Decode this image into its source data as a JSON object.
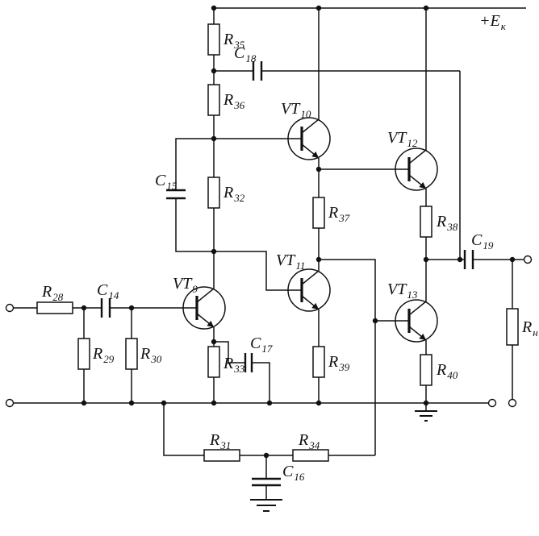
{
  "schematic": {
    "power": {
      "main": "+E",
      "sub": "к"
    },
    "transistors": {
      "vt9": {
        "main": "VT",
        "sub": "9"
      },
      "vt10": {
        "main": "VT",
        "sub": "10"
      },
      "vt11": {
        "main": "VT",
        "sub": "11"
      },
      "vt12": {
        "main": "VT",
        "sub": "12"
      },
      "vt13": {
        "main": "VT",
        "sub": "13"
      }
    },
    "resistors": {
      "r28": {
        "main": "R",
        "sub": "28"
      },
      "r29": {
        "main": "R",
        "sub": "29"
      },
      "r30": {
        "main": "R",
        "sub": "30"
      },
      "r31": {
        "main": "R",
        "sub": "31"
      },
      "r32": {
        "main": "R",
        "sub": "32"
      },
      "r33": {
        "main": "R",
        "sub": "33"
      },
      "r34": {
        "main": "R",
        "sub": "34"
      },
      "r35": {
        "main": "R",
        "sub": "35"
      },
      "r36": {
        "main": "R",
        "sub": "36"
      },
      "r37": {
        "main": "R",
        "sub": "37"
      },
      "r38": {
        "main": "R",
        "sub": "38"
      },
      "r39": {
        "main": "R",
        "sub": "39"
      },
      "r40": {
        "main": "R",
        "sub": "40"
      },
      "rn": {
        "main": "R",
        "sub": "н"
      }
    },
    "capacitors": {
      "c14": {
        "main": "C",
        "sub": "14"
      },
      "c15": {
        "main": "C",
        "sub": "15"
      },
      "c16": {
        "main": "C",
        "sub": "16"
      },
      "c17": {
        "main": "C",
        "sub": "17"
      },
      "c18": {
        "main": "C",
        "sub": "18"
      },
      "c19": {
        "main": "C",
        "sub": "19"
      }
    },
    "colors": {
      "line": "#111111",
      "background": "#ffffff"
    }
  }
}
